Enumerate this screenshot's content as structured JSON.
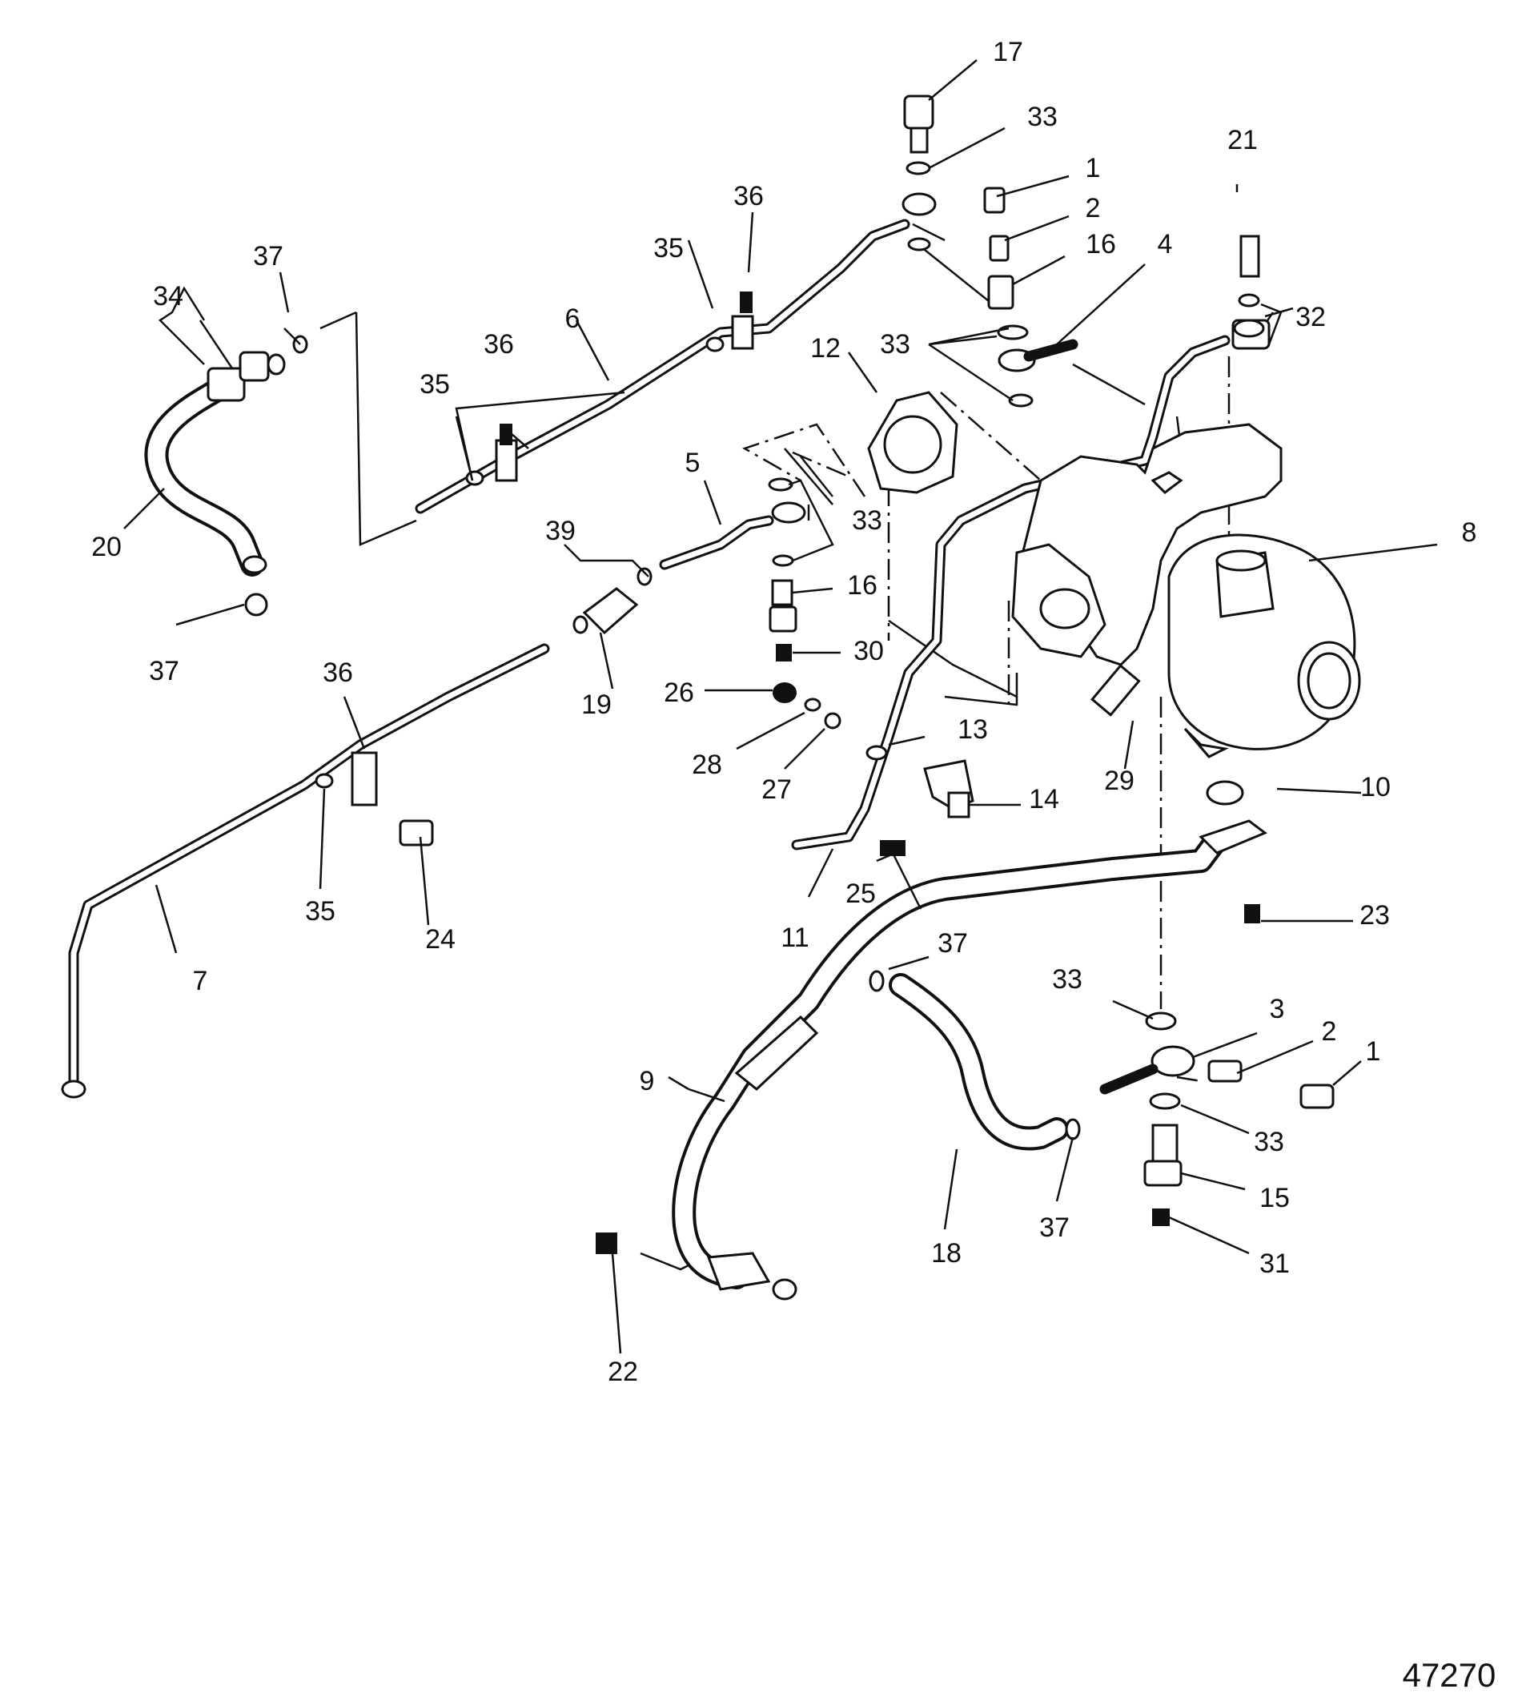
{
  "figure_number": "47270",
  "callouts": {
    "c1a": "1",
    "c1b": "1",
    "c2a": "2",
    "c2b": "2",
    "c3": "3",
    "c4": "4",
    "c5": "5",
    "c6": "6",
    "c7": "7",
    "c8": "8",
    "c9": "9",
    "c10": "10",
    "c11": "11",
    "c12": "12",
    "c13": "13",
    "c14": "14",
    "c15": "15",
    "c16a": "16",
    "c16b": "16",
    "c17": "17",
    "c18": "18",
    "c19": "19",
    "c20": "20",
    "c21": "21",
    "c22": "22",
    "c23": "23",
    "c24": "24",
    "c25": "25",
    "c26": "26",
    "c27": "27",
    "c28": "28",
    "c29": "29",
    "c30": "30",
    "c31": "31",
    "c32": "32",
    "c33a": "33",
    "c33b": "33",
    "c33c": "33",
    "c33d": "33",
    "c33e": "33",
    "c34": "34",
    "c35a": "35",
    "c35b": "35",
    "c35c": "35",
    "c36a": "36",
    "c36b": "36",
    "c36c": "36",
    "c37a": "37",
    "c37b": "37",
    "c37c": "37",
    "c37d": "37",
    "c39": "39"
  }
}
